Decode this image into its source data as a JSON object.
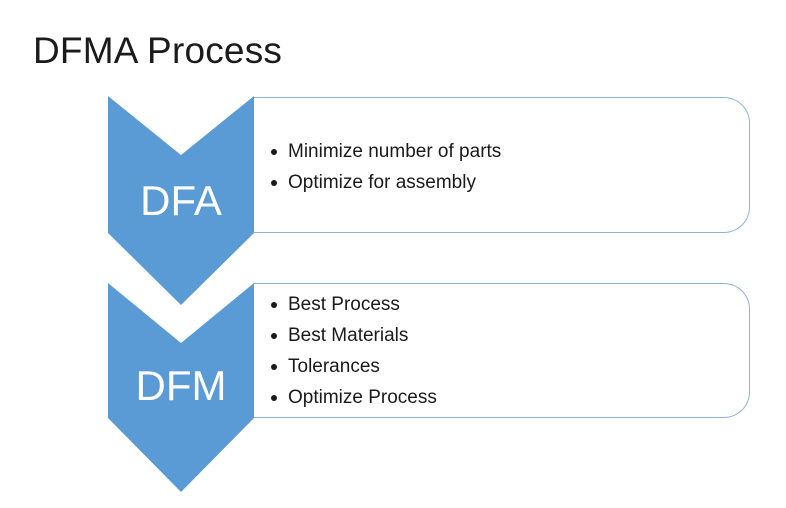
{
  "title": "DFMA Process",
  "colors": {
    "chevron": "#5b9bd5",
    "box_border": "#8fb2da",
    "text": "#1a1a1a"
  },
  "stages": [
    {
      "label": "DFA",
      "items": [
        "Minimize number of parts",
        "Optimize for assembly"
      ]
    },
    {
      "label": "DFM",
      "items": [
        "Best Process",
        "Best Materials",
        "Tolerances",
        "Optimize Process"
      ]
    }
  ]
}
